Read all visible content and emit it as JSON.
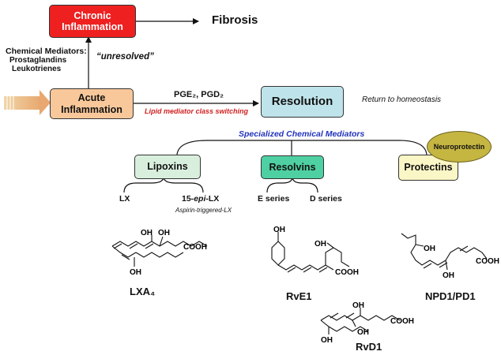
{
  "nodes": {
    "chronic": "Chronic Inflammation",
    "fibrosis": "Fibrosis",
    "acute": "Acute Inflammation",
    "resolution": "Resolution",
    "homeostasis": "Return to homeostasis",
    "lipoxins": "Lipoxins",
    "resolvins": "Resolvins",
    "protectins": "Protectins",
    "neuroprotectin": "Neuroprotectin"
  },
  "labels": {
    "mediators_title": "Chemical Mediators:",
    "mediators_1": "Prostaglandins",
    "mediators_2": "Leukotrienes",
    "unresolved": "“unresolved”",
    "pge_pgd": "PGE₂, PGD₂",
    "switching": "Lipid mediator class switching",
    "specialized": "Specialized Chemical Mediators",
    "lx": "LX",
    "epi_lx_prefix": "15-",
    "epi_lx_epi": "epi",
    "epi_lx_suffix": "-LX",
    "aspirin": "Aspirin-triggered-LX",
    "e_series": "E series",
    "d_series": "D series"
  },
  "molecules": {
    "lxa4": "LXA₄",
    "rve1": "RvE1",
    "npd1": "NPD1/PD1",
    "rvd1": "RvD1",
    "oh": "OH",
    "cooh": "COOH"
  },
  "colors": {
    "chronic": "#ee2020",
    "acute": "#f8c89a",
    "resolution": "#bfe3ea",
    "lipoxins": "#d9efdd",
    "resolvins": "#4ed0a2",
    "protectins": "#fbf6c6",
    "neuroprotectin": "#c5b642",
    "switching": "#d02020",
    "specialized": "#2233bb"
  }
}
